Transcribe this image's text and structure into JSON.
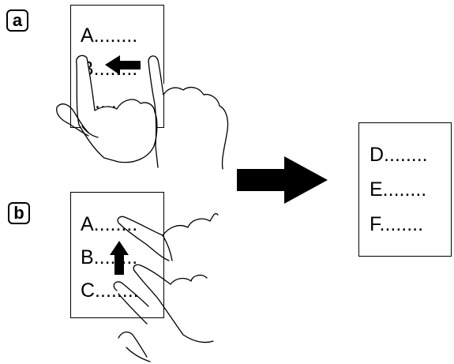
{
  "panel_a": {
    "label": "a",
    "rows": [
      "A........",
      "B........",
      "C........"
    ],
    "gesture": "arrow-left-swipe"
  },
  "panel_b": {
    "label": "b",
    "rows": [
      "A........",
      "B........",
      "C........"
    ],
    "gesture": "arrow-up-swipe"
  },
  "transition": "arrow-right",
  "result": {
    "rows": [
      "D........",
      "E........",
      "F........"
    ]
  }
}
